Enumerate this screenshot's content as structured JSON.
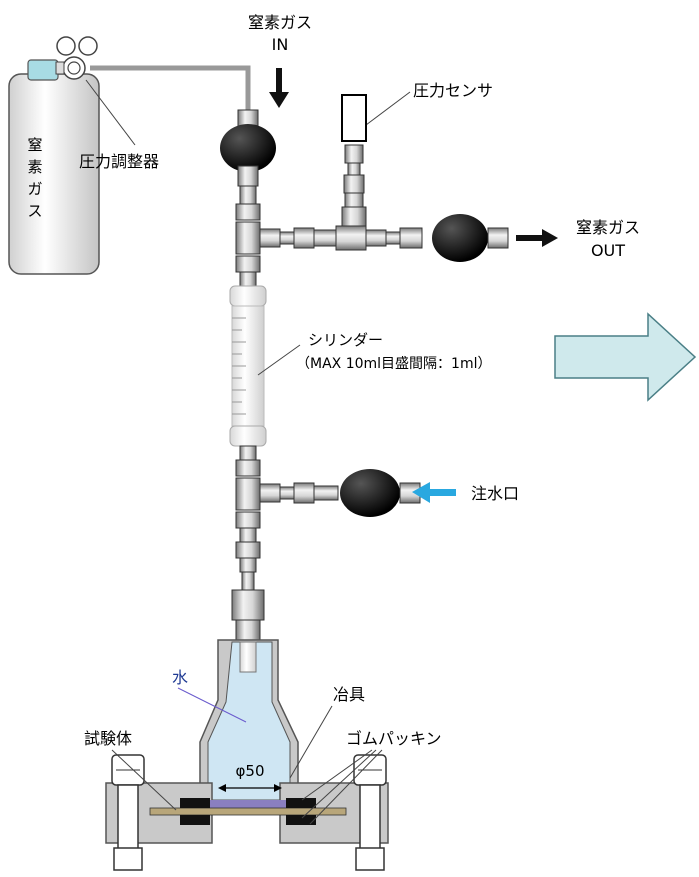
{
  "labels": {
    "n2_in_1": "窒素ガス",
    "n2_in_2": "IN",
    "pressure_sensor": "圧力センサ",
    "regulator": "圧力調整器",
    "cylinder_gas": [
      "窒",
      "素",
      "ガ",
      "ス"
    ],
    "n2_out_1": "窒素ガス",
    "n2_out_2": "OUT",
    "cylinder_1": "シリンダー",
    "cylinder_2": "（MAX 10ml目盛間隔：1ml）",
    "water_inlet": "注水口",
    "water": "水",
    "jig": "冶具",
    "specimen": "試験体",
    "gasket": "ゴムパッキン",
    "diameter": "φ50"
  },
  "colors": {
    "water_label": "#1f3a93",
    "inlet_arrow": "#29a8e0",
    "big_arrow_fill": "#cfe9ec",
    "big_arrow_stroke": "#4a7f86",
    "valve": "#000000",
    "gas_tank_top": "#a8dce4"
  }
}
